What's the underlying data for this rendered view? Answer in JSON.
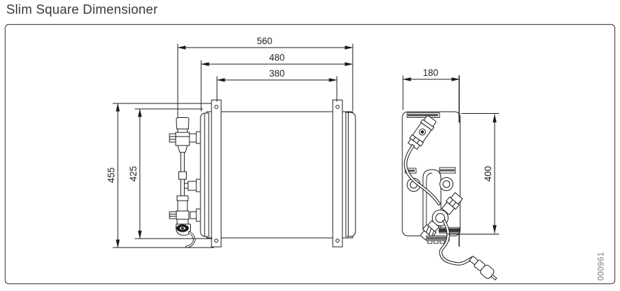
{
  "header": {
    "title": "Slim Square Dimensioner"
  },
  "side_view": {
    "depth_overall": "560",
    "depth_body": "480",
    "mount_hole_spacing": "380",
    "height_overall": "455",
    "height_mount": "425"
  },
  "front_view": {
    "width": "180",
    "height": "400"
  },
  "footer": {
    "drawing_number": "000961"
  }
}
